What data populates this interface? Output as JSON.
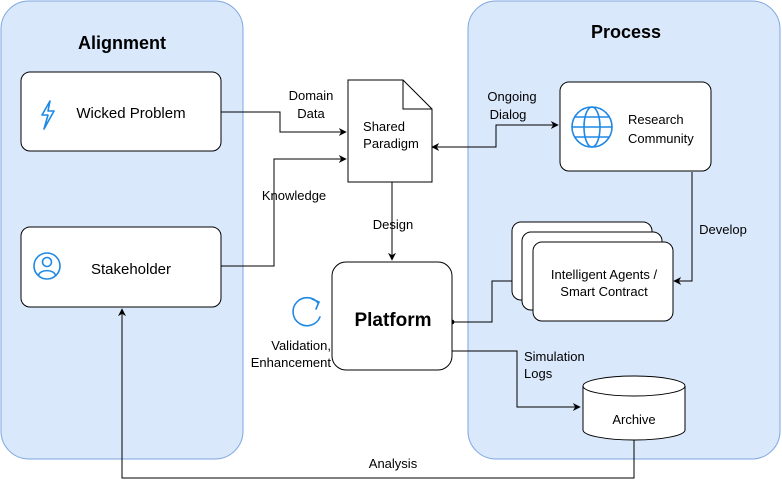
{
  "groups": {
    "alignment": {
      "title": "Alignment"
    },
    "process": {
      "title": "Process"
    }
  },
  "nodes": {
    "wicked_problem": {
      "label": "Wicked Problem",
      "icon": "lightning-icon"
    },
    "stakeholder": {
      "label": "Stakeholder",
      "icon": "user-circle-icon"
    },
    "shared_paradigm": {
      "line1": "Shared",
      "line2": "Paradigm"
    },
    "research_community": {
      "line1": "Research",
      "line2": "Community",
      "icon": "globe-icon"
    },
    "intelligent_agents": {
      "line1": "Intelligent Agents /",
      "line2": "Smart Contract"
    },
    "platform": {
      "label": "Platform"
    },
    "archive": {
      "label": "Archive"
    }
  },
  "edges": {
    "domain_data": {
      "line1": "Domain",
      "line2": "Data"
    },
    "knowledge": {
      "label": "Knowledge"
    },
    "ongoing_dialog": {
      "line1": "Ongoing",
      "line2": "Dialog"
    },
    "design": {
      "label": "Design"
    },
    "develop": {
      "label": "Develop"
    },
    "simulation_logs": {
      "line1": "Simulation",
      "line2": "Logs"
    },
    "analysis": {
      "label": "Analysis"
    },
    "validation": {
      "line1": "Validation,",
      "line2": "Enhancement",
      "icon": "refresh-icon"
    }
  },
  "colors": {
    "group_fill": "#dae8fc",
    "group_stroke": "#7ea6e0",
    "icon_blue": "#1e88e5",
    "line": "#000000"
  }
}
